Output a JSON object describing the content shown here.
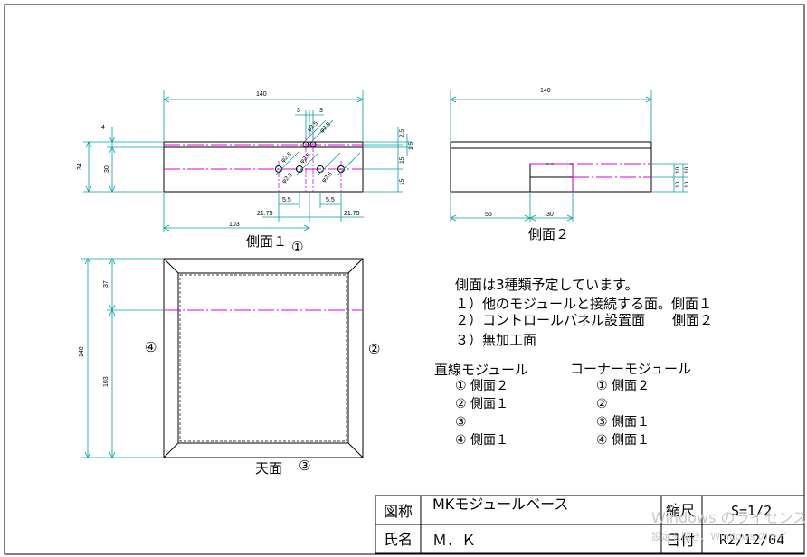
{
  "side1": {
    "dims": {
      "width_140": "140",
      "d3a": "3",
      "d3b": "3",
      "h4": "4",
      "h34": "34",
      "h30": "30",
      "r25": "2.5",
      "r15a": "1.5",
      "r15": "15",
      "r15b": "15",
      "d55a": "5.5",
      "d55b": "5.5",
      "d2175a": "21.75",
      "d2175b": "21.75",
      "d103": "103",
      "phi25a": "φ2.5",
      "phi25b": "φ2.5",
      "phi25c": "φ2.5",
      "phi25d": "φ2.5",
      "phi25e": "φ2.5",
      "phi25f": "φ2.5"
    },
    "caption": "側面１",
    "marker": "①"
  },
  "side2": {
    "dims": {
      "width_140": "140",
      "d55": "55",
      "d30": "30",
      "r10a": "10",
      "r10b": "10",
      "r10c": "10",
      "r10d": "10"
    },
    "caption": "側面２"
  },
  "top": {
    "dims": {
      "h140": "140",
      "h37": "37",
      "h103": "103"
    },
    "caption": "天面",
    "marker_bottom": "③",
    "marker_left": "④",
    "marker_right": "②"
  },
  "notes": {
    "title": "側面は3種類予定しています。",
    "items": [
      "１）他のモジュールと接続する面。側面１",
      "２）コントロールパネル設置面　　側面２",
      "３）無加工面"
    ]
  },
  "modules": {
    "straight": {
      "title": "直線モジュール",
      "rows": [
        "① 側面２",
        "② 側面１",
        "③",
        "④ 側面１"
      ]
    },
    "corner": {
      "title": "コーナーモジュール",
      "rows": [
        "① 側面２",
        "②",
        "③ 側面１",
        "④ 側面１"
      ]
    }
  },
  "title_block": {
    "label_name": "図称",
    "value_name": "MKモジュールベース",
    "label_author": "氏名",
    "value_author": "Ｍ．Ｋ",
    "label_scale": "縮尺",
    "value_scale": "S=1/2",
    "label_date": "日付",
    "value_date": "R2/12/04"
  },
  "watermark": {
    "line1": "Windows のライセンス",
    "line2": "設定を開き、Windows のライ"
  },
  "colors": {
    "dimension": "#00a0a0",
    "centerline": "#e000e0",
    "outline": "#000000"
  }
}
